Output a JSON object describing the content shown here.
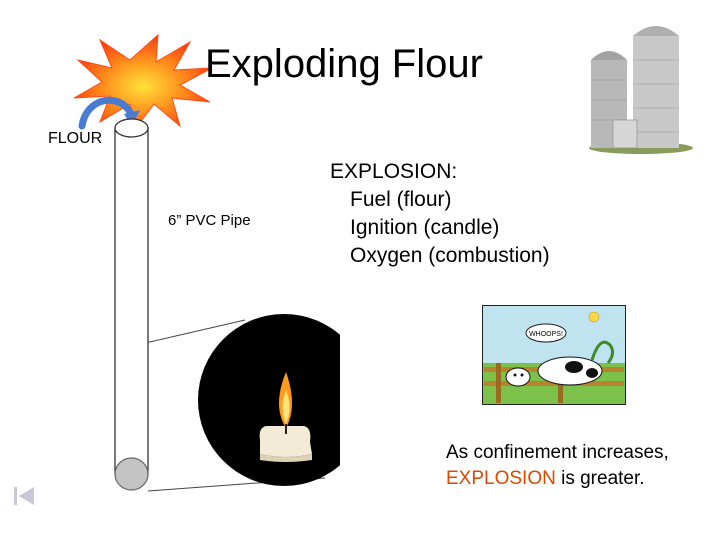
{
  "title": "Exploding Flour",
  "flour_label": "FLOUR",
  "pipe_label": "6” PVC Pipe",
  "explosion": {
    "heading": "EXPLOSION:",
    "items": [
      "Fuel (flour)",
      "Ignition (candle)",
      "Oxygen (combustion)"
    ]
  },
  "caption": {
    "line1": "As confinement increases,",
    "highlight": "EXPLOSION",
    "rest": " is greater."
  },
  "cartoon": {
    "bubble": "WHOOPS!"
  },
  "colors": {
    "accent": "#d94a00",
    "burst": "#ff3b10",
    "arrow": "#4a7bd0"
  },
  "icons": [
    "explosion-burst-icon",
    "curved-arrow-icon",
    "silo-icon",
    "candle-flame-icon",
    "nav-first-icon"
  ]
}
